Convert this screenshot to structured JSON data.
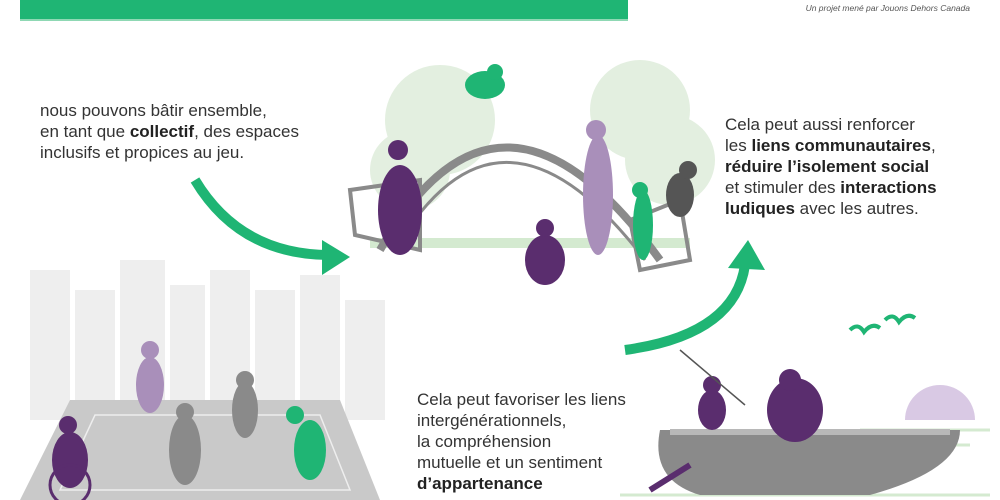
{
  "header": {
    "credit": "Un projet mené par Jouons Dehors Canada"
  },
  "block1": {
    "l1": "nous pouvons bâtir ensemble,",
    "l2a": "en tant que ",
    "l2b": "collectif",
    "l2c": ", des espaces",
    "l3": "inclusifs et propices au jeu."
  },
  "block2": {
    "l1": "Cela peut aussi renforcer",
    "l2a": "les ",
    "l2b": "liens communautaires",
    "l2c": ",",
    "l3a": "réduire l’isolement social",
    "l4a": "et stimuler des ",
    "l4b": "interactions",
    "l5a": "ludiques",
    "l5b": " avec les autres."
  },
  "block3": {
    "l1": "Cela peut favoriser les liens",
    "l2": "intergénérationnels,",
    "l3": "la compréhension",
    "l4": "mutuelle et un sentiment",
    "l5": "d’appartenance"
  },
  "colors": {
    "green": "#1fb574",
    "purple": "#5a2d6e",
    "lavender": "#a98fba",
    "gray": "#8a8a8a"
  }
}
